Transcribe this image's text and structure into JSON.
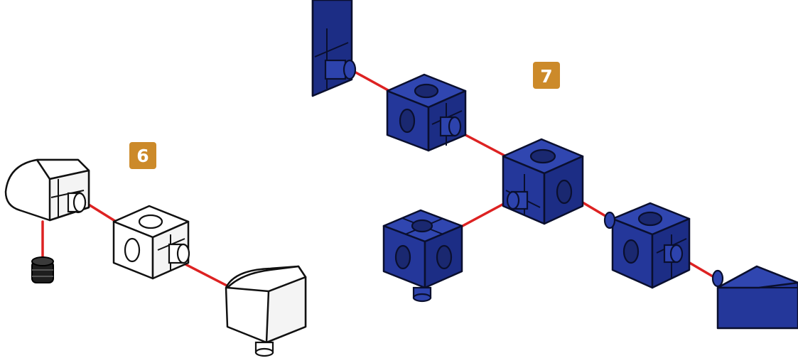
{
  "steps": [
    {
      "number": "6",
      "parts_color": "white"
    },
    {
      "number": "7",
      "parts_color": "blue"
    }
  ],
  "colors": {
    "badge": "#cc8a2a",
    "connector_line": "#dd2222",
    "blue_part": "#24379a",
    "blue_part_dark": "#1a2870",
    "blue_part_light": "#3b52c0",
    "white_part": "#ffffff",
    "black_part": "#1e1e1e",
    "outline": "#111111"
  }
}
